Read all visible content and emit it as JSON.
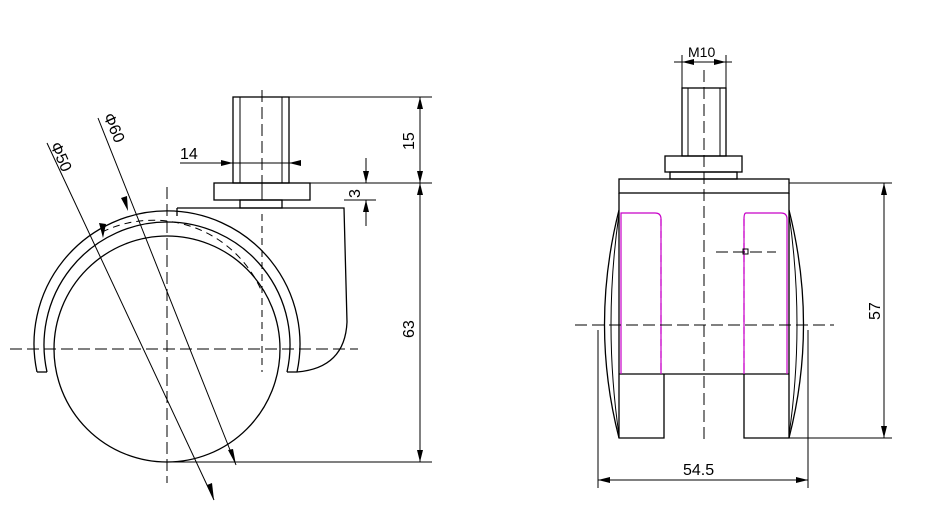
{
  "side_view": {
    "dim_diameter_inner": "Φ50",
    "dim_diameter_outer": "Φ60",
    "dim_stem_width": "14",
    "dim_stem_height": "15",
    "dim_washer": "3",
    "dim_total_height": "63"
  },
  "front_view": {
    "dim_thread": "M10",
    "dim_height": "57",
    "dim_width": "54.5"
  },
  "colors": {
    "line": "#000000",
    "hidden_inner": "#c800c8"
  }
}
